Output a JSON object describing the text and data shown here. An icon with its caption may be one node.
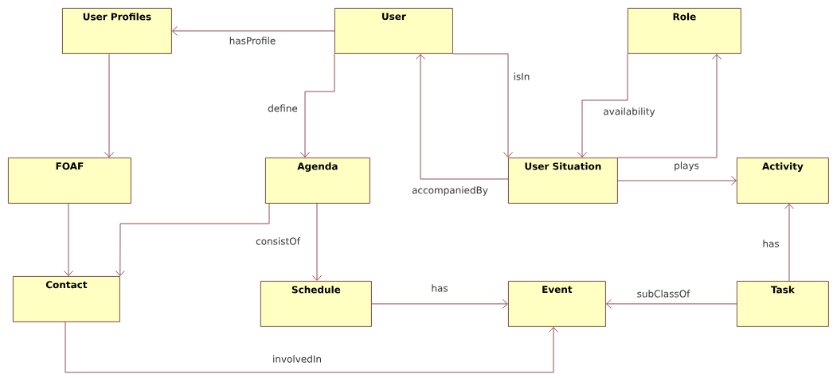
{
  "diagram": {
    "nodes": [
      {
        "text": [
          "User Profiles"
        ]
      },
      {
        "text": [
          "User"
        ]
      },
      {
        "text": [
          "Role"
        ]
      },
      {
        "text": [
          "FOAF"
        ]
      },
      {
        "text": [
          "Agenda"
        ]
      },
      {
        "text": [
          "User Situation"
        ]
      },
      {
        "text": [
          "Activity"
        ]
      },
      {
        "text": [
          "Contact"
        ]
      },
      {
        "text": [
          "Schedule"
        ]
      },
      {
        "text": [
          "Event"
        ]
      },
      {
        "text": [
          "Task"
        ]
      }
    ],
    "edges": [
      {
        "from": 1,
        "to": 0,
        "arrow": "to",
        "label": "hasProfile"
      },
      {
        "from": 0,
        "to": 3,
        "arrow": "to"
      },
      {
        "from": 1,
        "to": 4,
        "arrow": "to",
        "label": "define"
      },
      {
        "from": 1,
        "to": 5,
        "arrow": "to",
        "label": "isIn"
      },
      {
        "from": 5,
        "to": 1,
        "arrow": "to",
        "label": "accompaniedBy"
      },
      {
        "from": 2,
        "to": 5,
        "arrow": "to",
        "label": "availability"
      },
      {
        "from": 5,
        "to": 2,
        "arrow": "to",
        "label": "plays"
      },
      {
        "from": 4,
        "to": 7,
        "arrow": "to"
      },
      {
        "from": 3,
        "to": 7,
        "arrow": "to"
      },
      {
        "from": 4,
        "to": 8,
        "arrow": "to",
        "label": "consistOf"
      },
      {
        "from": 8,
        "to": 9,
        "arrow": "to",
        "label": "has"
      },
      {
        "from": 10,
        "to": 9,
        "arrow": "to",
        "label": "subClassOf"
      },
      {
        "from": 10,
        "to": 6,
        "arrow": "to",
        "label": "has"
      },
      {
        "from": 7,
        "to": 9,
        "arrow": "to",
        "label": "involvedIn"
      },
      {
        "from": 5,
        "to": 6,
        "arrow": "to"
      }
    ]
  }
}
